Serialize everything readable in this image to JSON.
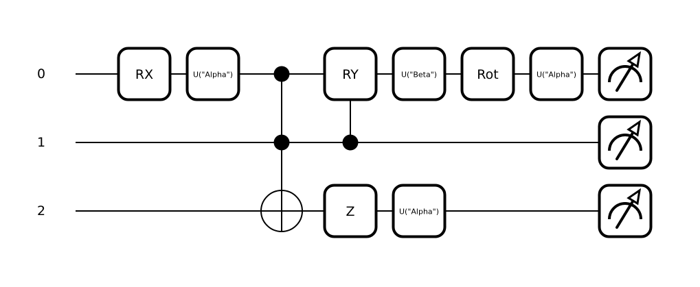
{
  "wires": [
    {
      "label": "0"
    },
    {
      "label": "1"
    },
    {
      "label": "2"
    }
  ],
  "gates": [
    {
      "name": "rx-gate",
      "wire": 0,
      "column": 0,
      "label": "RX",
      "size": "large"
    },
    {
      "name": "u-alpha-gate-1",
      "wire": 0,
      "column": 1,
      "label": "U(\"Alpha\")",
      "size": "small"
    },
    {
      "name": "ry-gate",
      "wire": 0,
      "column": 3,
      "label": "RY",
      "size": "large"
    },
    {
      "name": "u-beta-gate",
      "wire": 0,
      "column": 4,
      "label": "U(\"Beta\")",
      "size": "small"
    },
    {
      "name": "rot-gate",
      "wire": 0,
      "column": 5,
      "label": "Rot",
      "size": "large"
    },
    {
      "name": "u-alpha-gate-2",
      "wire": 0,
      "column": 6,
      "label": "U(\"Alpha\")",
      "size": "small"
    },
    {
      "name": "z-gate",
      "wire": 2,
      "column": 3,
      "label": "Z",
      "size": "large"
    },
    {
      "name": "u-alpha-gate-3",
      "wire": 2,
      "column": 4,
      "label": "U(\"Alpha\")",
      "size": "small"
    }
  ],
  "controlled_ops": [
    {
      "name": "toffoli",
      "column": 2,
      "controls": [
        0,
        1
      ],
      "target": 2,
      "target_type": "x"
    },
    {
      "name": "controlled-ry",
      "column": 3,
      "controls": [
        1
      ],
      "target": 0,
      "target_type": "gate"
    }
  ],
  "measurements": [
    {
      "name": "measure-0",
      "wire": 0,
      "column": 7
    },
    {
      "name": "measure-1",
      "wire": 1,
      "column": 7
    },
    {
      "name": "measure-2",
      "wire": 2,
      "column": 7
    }
  ],
  "colors": {
    "line": "#000000",
    "background": "#ffffff"
  }
}
